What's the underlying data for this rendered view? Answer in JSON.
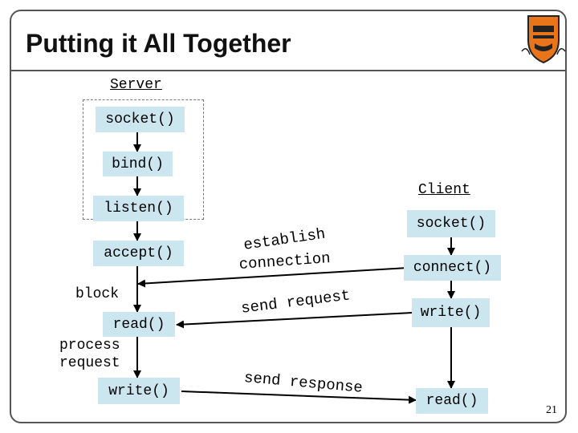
{
  "slide": {
    "title": "Putting it All Together",
    "page_number": "21"
  },
  "server": {
    "label": "Server",
    "calls": [
      "socket()",
      "bind()",
      "listen()",
      "accept()"
    ],
    "block_label": "block",
    "read_label": "read()",
    "process_line1": "process",
    "process_line2": "request",
    "write_label": "write()"
  },
  "client": {
    "label": "Client",
    "calls": [
      "socket()",
      "connect()",
      "write()",
      "read()"
    ]
  },
  "messages": {
    "establish_line1": "establish",
    "establish_line2": "connection",
    "send_request": "send request",
    "send_response": "send response"
  },
  "colors": {
    "box_fill": "#cce6f0",
    "logo_orange": "#e8751a"
  },
  "logo": {
    "name": "princeton-shield-logo"
  }
}
